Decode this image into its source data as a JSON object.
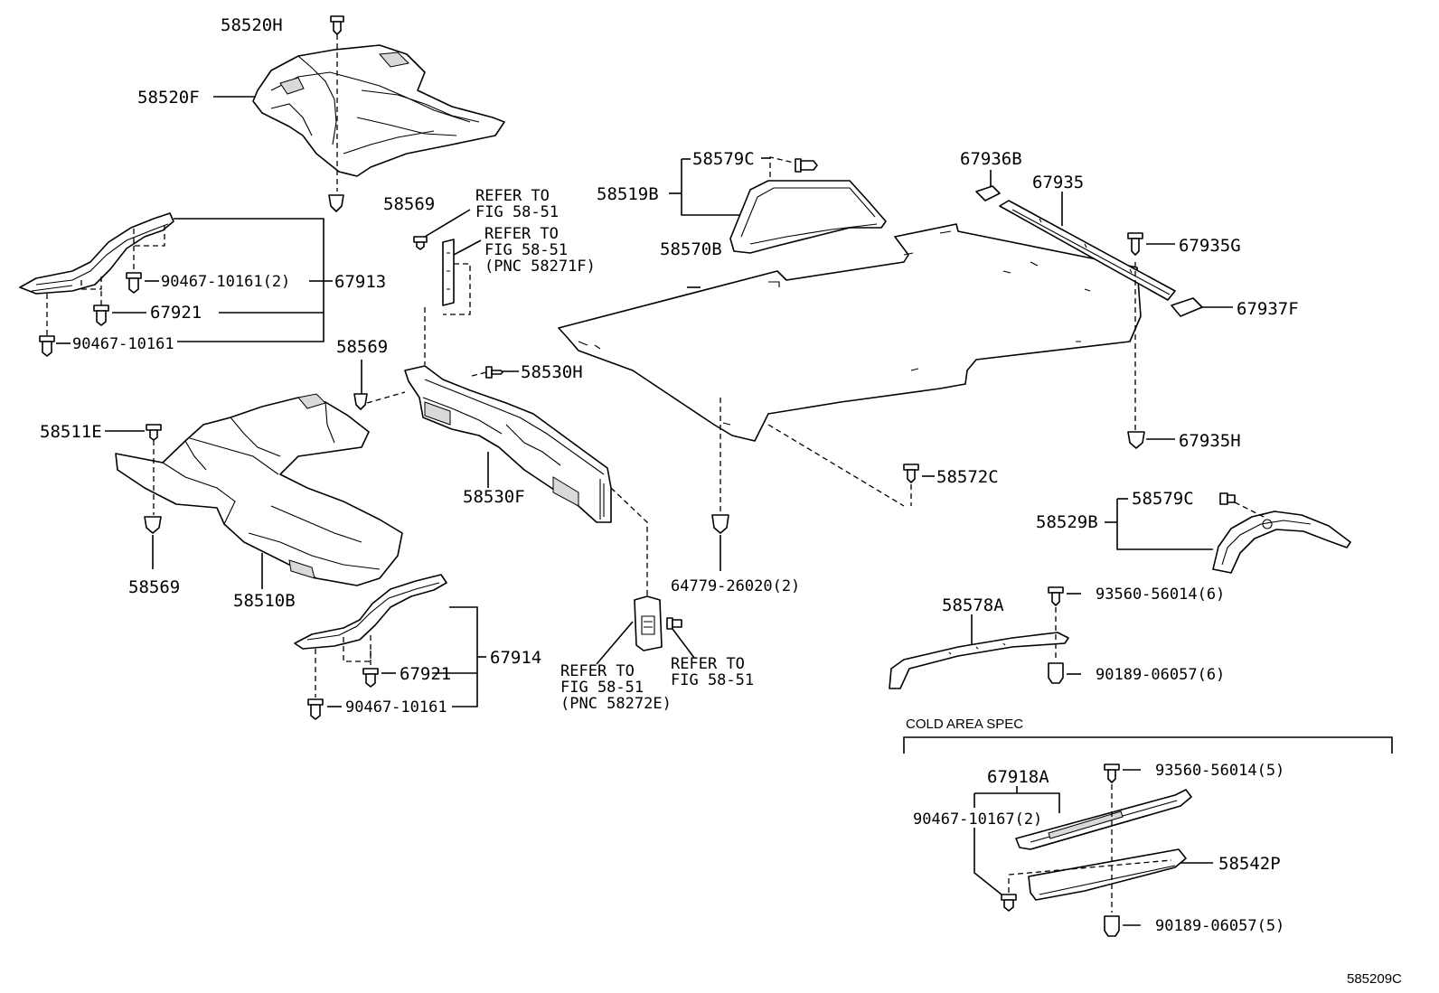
{
  "labels": {
    "p58520H": "58520H",
    "p58520F": "58520F",
    "p58569a": "58569",
    "refer1a": "REFER TO",
    "refer1b": "FIG 58-51",
    "refer2a": "REFER TO",
    "refer2b": "FIG 58-51",
    "refer2c": "(PNC 58271F)",
    "p90467a": "90467-10161(2)",
    "p67913": "67913",
    "p67921a": "67921",
    "p90467b": "90467-10161",
    "p58569b": "58569",
    "p58530H": "58530H",
    "p58511E": "58511E",
    "p58530F": "58530F",
    "p58569c": "58569",
    "p58510B": "58510B",
    "p67921b": "67921",
    "p67914": "67914",
    "p90467c": "90467-10161",
    "refer3a": "REFER TO",
    "refer3b": "FIG 58-51",
    "refer3c": "(PNC 58272E)",
    "refer4a": "REFER TO",
    "refer4b": "FIG 58-51",
    "p58579Ca": "58579C",
    "p58519B": "58519B",
    "p58570B": "58570B",
    "p64779": "64779-26020(2)",
    "p58572C": "58572C",
    "p67936B": "67936B",
    "p67935": "67935",
    "p67935G": "67935G",
    "p67937F": "67937F",
    "p67935H": "67935H",
    "p58579Cb": "58579C",
    "p58529B": "58529B",
    "p58578A": "58578A",
    "p93560a": "93560-56014(6)",
    "p90189a": "90189-06057(6)",
    "coldArea": "COLD AREA SPEC",
    "p67918A": "67918A",
    "p93560b": "93560-56014(5)",
    "p90467d": "90467-10167(2)",
    "p58542P": "58542P",
    "p90189b": "90189-06057(5)",
    "figId": "585209C"
  }
}
